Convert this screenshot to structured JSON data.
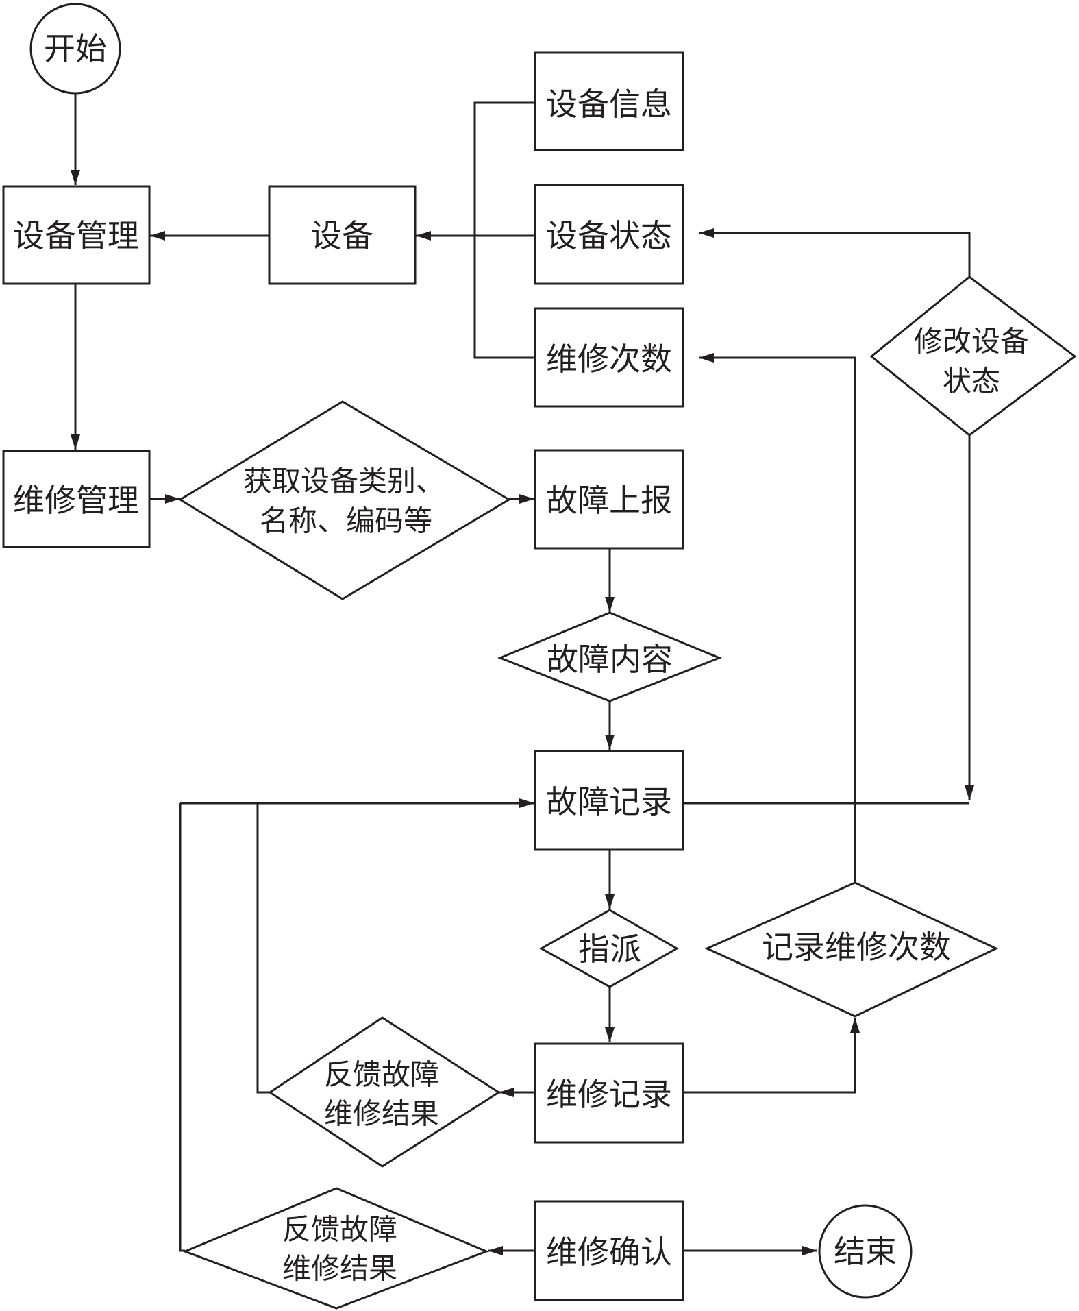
{
  "nodes": {
    "start": "开始",
    "equipment_management": "设备管理",
    "equipment": "设备",
    "equipment_info": "设备信息",
    "equipment_status": "设备状态",
    "repair_count": "维修次数",
    "modify_status_line1": "修改设备",
    "modify_status_line2": "状态",
    "repair_management": "维修管理",
    "get_info_line1": "获取设备类别、",
    "get_info_line2": "名称、编码等",
    "fault_report": "故障上报",
    "fault_content": "故障内容",
    "fault_record": "故障记录",
    "assign": "指派",
    "record_count": "记录维修次数",
    "feedback_a_line1": "反馈故障",
    "feedback_a_line2": "维修结果",
    "repair_record": "维修记录",
    "feedback_b_line1": "反馈故障",
    "feedback_b_line2": "维修结果",
    "repair_confirm": "维修确认",
    "end": "结束"
  },
  "style": {
    "stroke": "#231f20",
    "fill": "#ffffff"
  }
}
